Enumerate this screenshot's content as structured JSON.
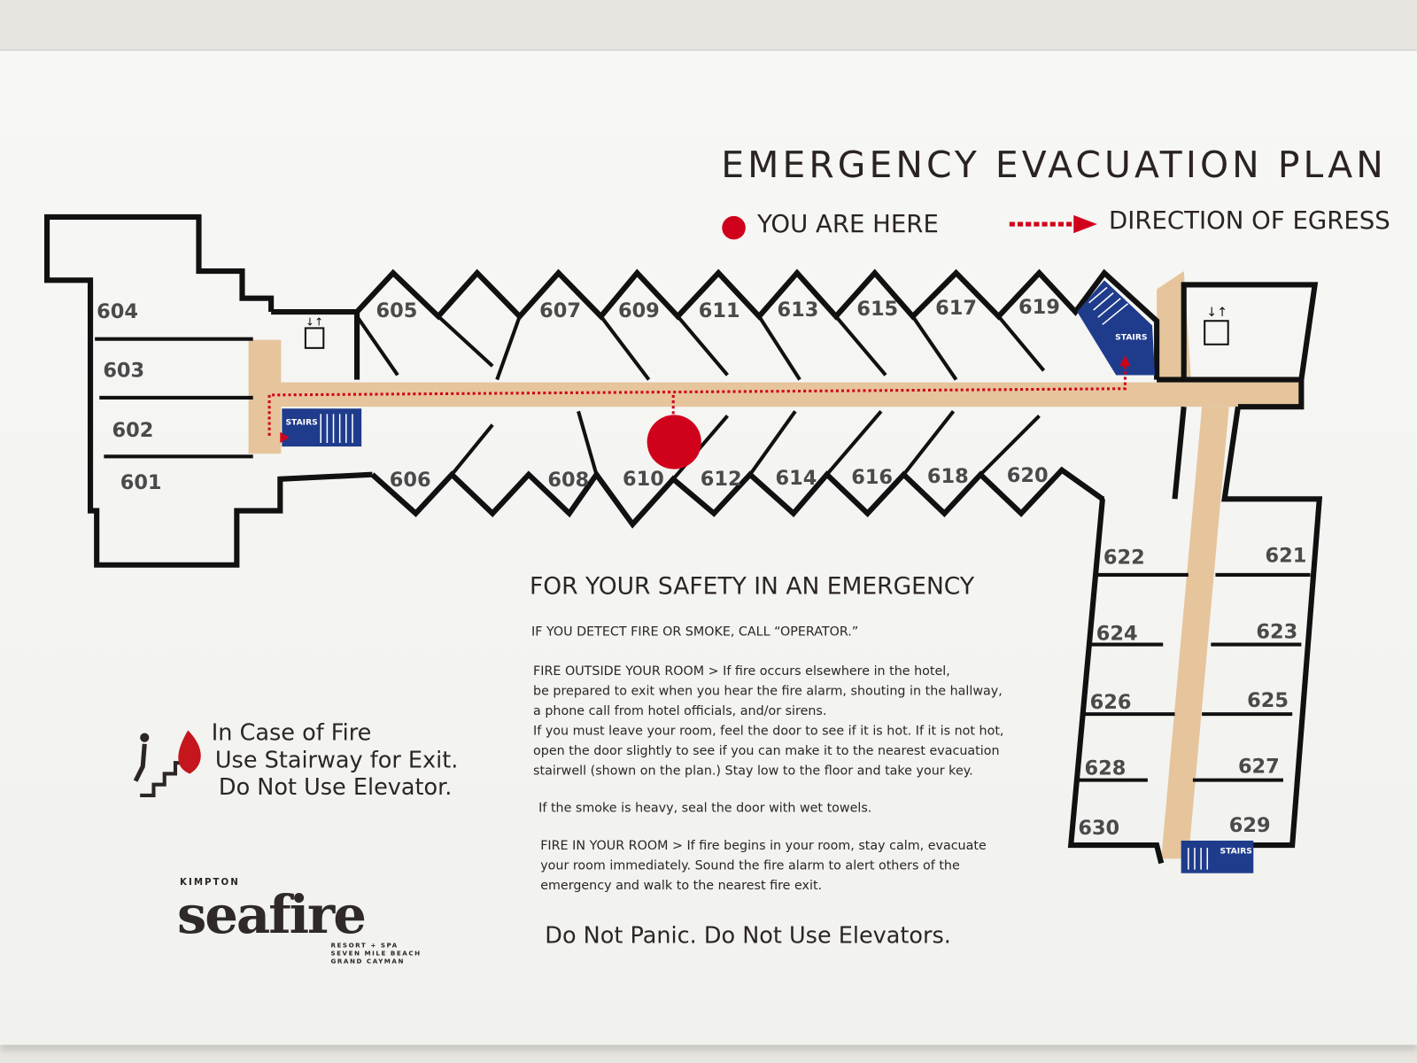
{
  "title": "EMERGENCY EVACUATION PLAN",
  "legend": {
    "you_are_here": "YOU ARE HERE",
    "direction": "DIRECTION OF EGRESS"
  },
  "colors": {
    "marker": "#d0021b",
    "corridor": "#e6c59c",
    "stairs": "#1f3c8c",
    "wall": "#111111"
  },
  "rooms": [
    "604",
    "603",
    "602",
    "601",
    "605",
    "606",
    "607",
    "608",
    "609",
    "610",
    "611",
    "612",
    "613",
    "614",
    "615",
    "616",
    "617",
    "618",
    "619",
    "620",
    "622",
    "621",
    "624",
    "623",
    "626",
    "625",
    "628",
    "627",
    "630",
    "629"
  ],
  "stairs_label": "STAIRS",
  "safety": {
    "heading": "FOR YOUR SAFETY IN AN EMERGENCY",
    "detect": "IF YOU DETECT FIRE OR SMOKE, CALL “OPERATOR.”",
    "outside": [
      "FIRE OUTSIDE YOUR ROOM > If fire occurs elsewhere in the hotel,",
      "be prepared to exit when you hear the fire alarm, shouting in the hallway,",
      "a phone call from hotel officials, and/or sirens.",
      "If you must leave your room, feel the door to see if it is hot. If it is not hot,",
      "open the door slightly to see if you can make it to the nearest evacuation",
      "stairwell (shown on the plan.) Stay low to the floor and take your key."
    ],
    "smoke": "If the smoke is heavy, seal the door with wet towels.",
    "inside": [
      "FIRE IN YOUR ROOM > If fire begins in your room, stay calm, evacuate",
      "your room immediately. Sound the fire alarm to alert others of the",
      "emergency and walk to the nearest fire exit."
    ]
  },
  "fire_note": [
    "In Case of Fire",
    "Use Stairway for Exit.",
    "Do Not Use Elevator."
  ],
  "footer": "Do Not Panic.  Do Not Use Elevators.",
  "logo": {
    "brand": "KIMPTON",
    "name": "seafire",
    "sub": [
      "RESORT + SPA",
      "SEVEN MILE BEACH",
      "GRAND CAYMAN"
    ]
  }
}
